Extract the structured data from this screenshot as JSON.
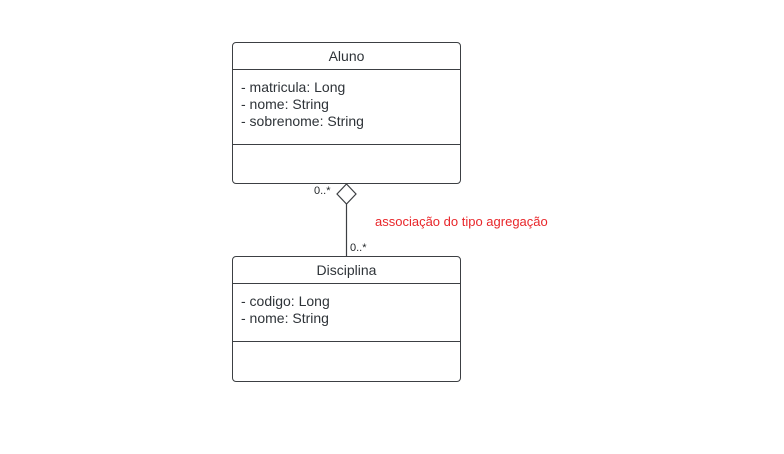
{
  "diagram": {
    "classes": [
      {
        "name": "Aluno",
        "attributes": [
          "- matricula: Long",
          "- nome: String",
          "- sobrenome: String"
        ],
        "methods": []
      },
      {
        "name": "Disciplina",
        "attributes": [
          "- codigo: Long",
          "- nome: String"
        ],
        "methods": []
      }
    ],
    "association": {
      "type": "aggregation",
      "from": "Aluno",
      "to": "Disciplina",
      "multiplicity_aluno": "0..*",
      "multiplicity_disciplina": "0..*",
      "annotation": "associação do tipo agregação",
      "annotation_color": "#e8262a"
    }
  }
}
